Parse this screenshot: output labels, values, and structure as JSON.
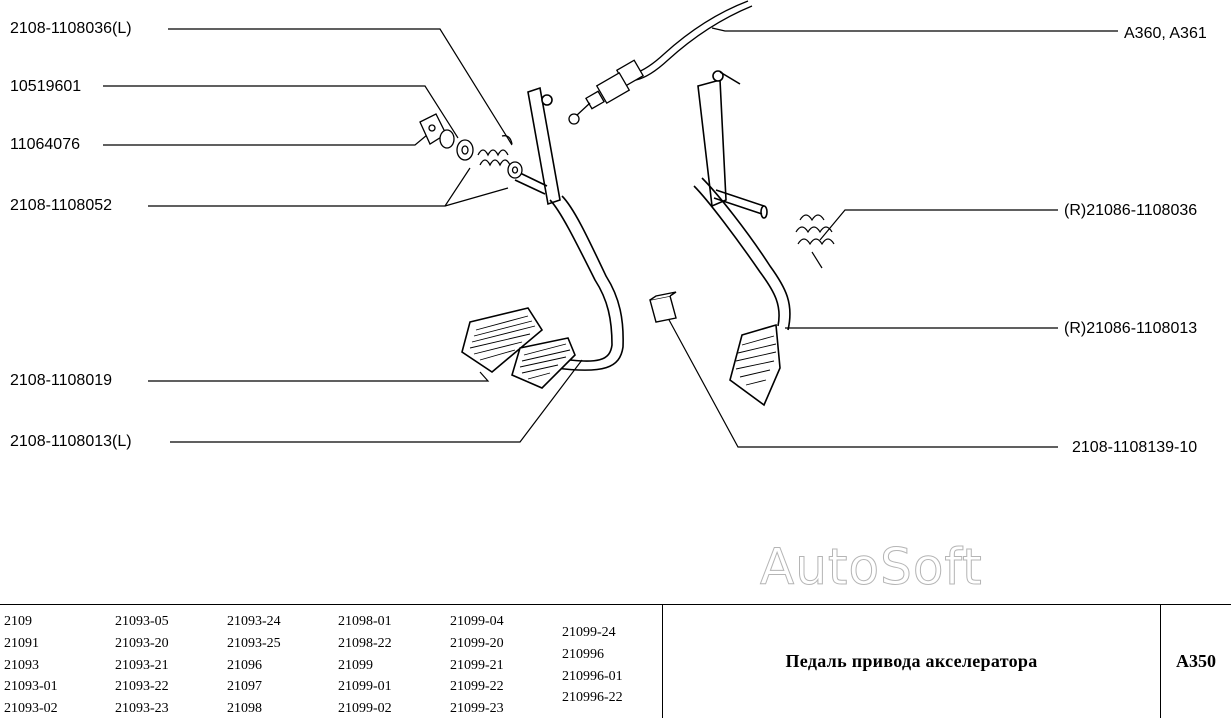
{
  "callouts": {
    "left": [
      "2108-1108036(L)",
      "10519601",
      "11064076",
      "2108-1108052",
      "2108-1108019",
      "2108-1108013(L)"
    ],
    "right": [
      "A360, A361",
      "(R)21086-1108036",
      "(R)21086-1108013",
      "2108-1108139-10"
    ]
  },
  "watermark": "AutoSoft",
  "footer": {
    "models": [
      [
        "2109",
        "21091",
        "21093",
        "21093-01",
        "21093-02"
      ],
      [
        "21093-05",
        "21093-20",
        "21093-21",
        "21093-22",
        "21093-23"
      ],
      [
        "21093-24",
        "21093-25",
        "21096",
        "21097",
        "21098"
      ],
      [
        "21098-01",
        "21098-22",
        "21099",
        "21099-01",
        "21099-02"
      ],
      [
        "21099-04",
        "21099-20",
        "21099-21",
        "21099-22",
        "21099-23"
      ],
      [
        "21099-24",
        "210996",
        "210996-01",
        "210996-22"
      ]
    ],
    "title": "Педаль привода акселератора",
    "code": "A350"
  }
}
